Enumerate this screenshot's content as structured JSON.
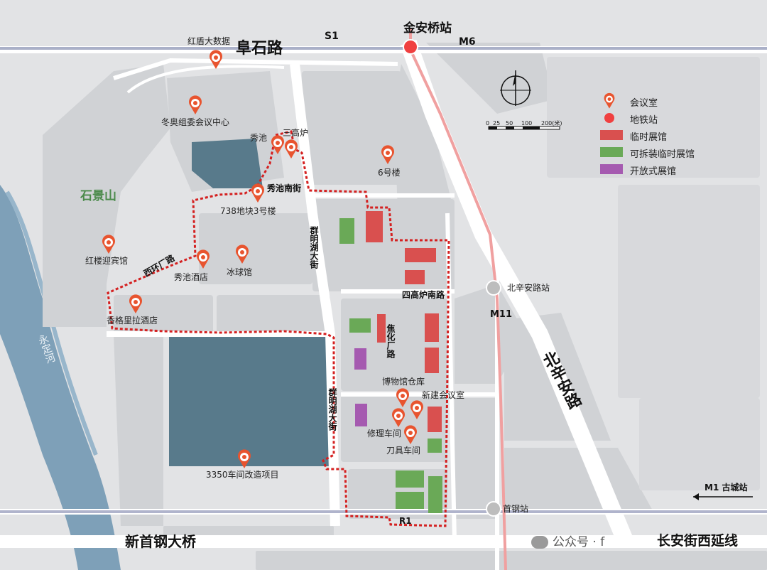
{
  "roads": {
    "fushi": "阜石路",
    "s1": "S1",
    "m6": "M6",
    "m11": "M11",
    "m1": "M1 古城站",
    "xinshougang": "新首钢大桥",
    "changan": "长安街西延线",
    "beixinan": "北辛安路",
    "qunminghu_upper": "群明湖大街",
    "qunminghu_lower": "群明湖大街",
    "xihuanchang": "西环厂路",
    "sigaolu_south": "四高炉南路",
    "jiaohua": "焦化厂路",
    "xiuchi_south": "秀池南街",
    "r1": "R1",
    "yongding": "永定河",
    "district": "石景山"
  },
  "stations": {
    "jinanqiao": "金安桥站",
    "beixinan": "北辛安路站",
    "shougang": "首钢站"
  },
  "pois": {
    "hongdun": "红盾大数据",
    "dongao": "冬奥组委会议中心",
    "xiuchi": "秀池",
    "sangaolu": "三高炉",
    "no6": "6号楼",
    "b738": "738地块3号楼",
    "hongloujie": "红楼迎宾馆",
    "xiuchi_hotel": "秀池酒店",
    "bingqiu": "冰球馆",
    "shangri": "香格里拉酒店",
    "museum": "博物馆仓库",
    "new_meeting": "新建会议室",
    "repair": "修理车间",
    "tool": "刀具车间",
    "p3350": "3350车间改造项目"
  },
  "legend": {
    "meeting_room": "会议室",
    "metro": "地铁站",
    "temp_hall": "临时展馆",
    "removable_hall": "可拆装临时展馆",
    "open_hall": "开放式展馆"
  },
  "scale": {
    "ticks": [
      "0",
      "25",
      "50",
      "100",
      "200(米)"
    ]
  },
  "watermark": "公众号 · f",
  "colors": {
    "temp_hall": "#d9504f",
    "removable_hall": "#6aa957",
    "open_hall": "#a55ab0",
    "metro_red": "#f04040",
    "metro_line": "#f0a8a8",
    "boundary": "#d42020",
    "water": "#5b7a8c",
    "river": "#6f93ab",
    "grey_station": "#b8b8b8"
  },
  "icons": {
    "meeting_pin": "meeting-room-pin-icon",
    "compass": "north-compass-icon",
    "metro": "metro-station-icon"
  }
}
